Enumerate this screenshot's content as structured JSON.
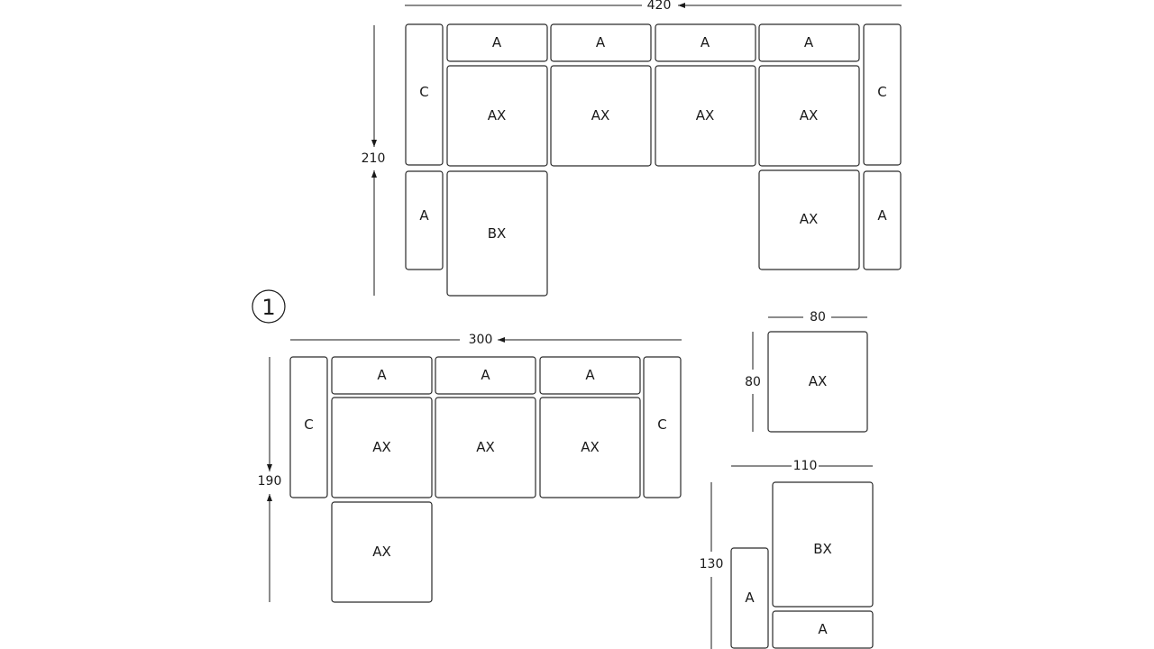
{
  "config_top": {
    "width_label": "420",
    "height_label": "210",
    "modules": [
      "C",
      "A",
      "A",
      "A",
      "A",
      "C",
      "AX",
      "AX",
      "AX",
      "AX",
      "A",
      "BX",
      "AX",
      "A"
    ]
  },
  "config_1": {
    "number": "1",
    "width_label": "300",
    "height_label": "190",
    "modules": [
      "C",
      "A",
      "A",
      "A",
      "C",
      "AX",
      "AX",
      "AX",
      "AX"
    ]
  },
  "single_ax": {
    "width_label": "80",
    "height_label": "80",
    "module": "AX"
  },
  "chaise": {
    "width_label": "110",
    "height_label": "130",
    "modules": [
      "BX",
      "A",
      "A"
    ]
  }
}
